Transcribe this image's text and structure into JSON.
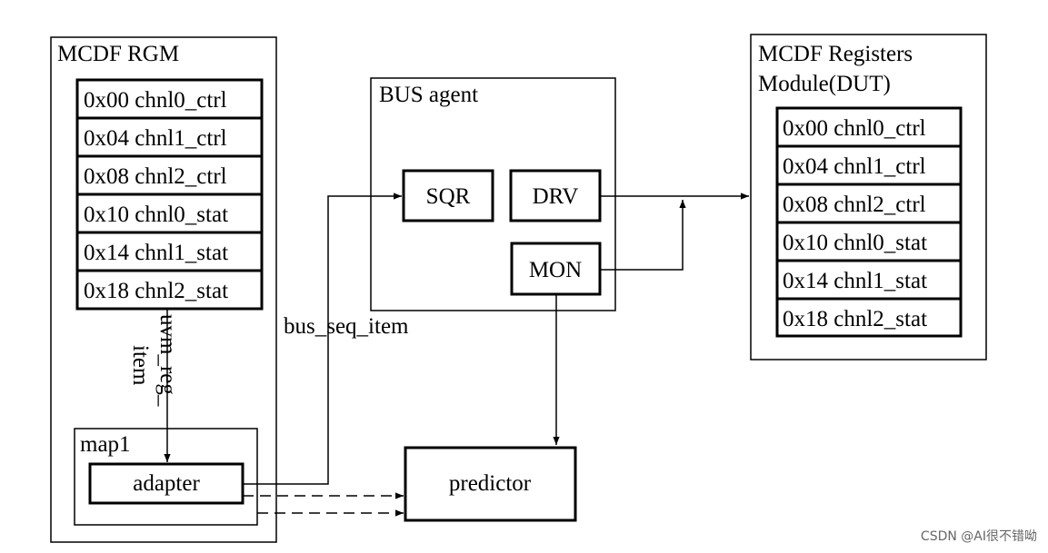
{
  "rgm": {
    "title": "MCDF RGM",
    "registers": [
      "0x00 chnl0_ctrl",
      "0x04 chnl1_ctrl",
      "0x08 chnl2_ctrl",
      "0x10 chnl0_stat",
      "0x14 chnl1_stat",
      "0x18 chnl2_stat"
    ],
    "map_label": "map1",
    "adapter_label": "adapter",
    "item_label_line1": "uvm_reg_",
    "item_label_line2": "item"
  },
  "bus_agent": {
    "title": "BUS agent",
    "sqr_label": "SQR",
    "drv_label": "DRV",
    "mon_label": "MON"
  },
  "bus_item_label": "bus_seq_item",
  "predictor_label": "predictor",
  "dut": {
    "title_line1": "MCDF Registers",
    "title_line2": "Module(DUT)",
    "registers": [
      "0x00 chnl0_ctrl",
      "0x04 chnl1_ctrl",
      "0x08 chnl2_ctrl",
      "0x10 chnl0_stat",
      "0x14 chnl1_stat",
      "0x18 chnl2_stat"
    ]
  },
  "watermark": "CSDN @AI很不错呦"
}
